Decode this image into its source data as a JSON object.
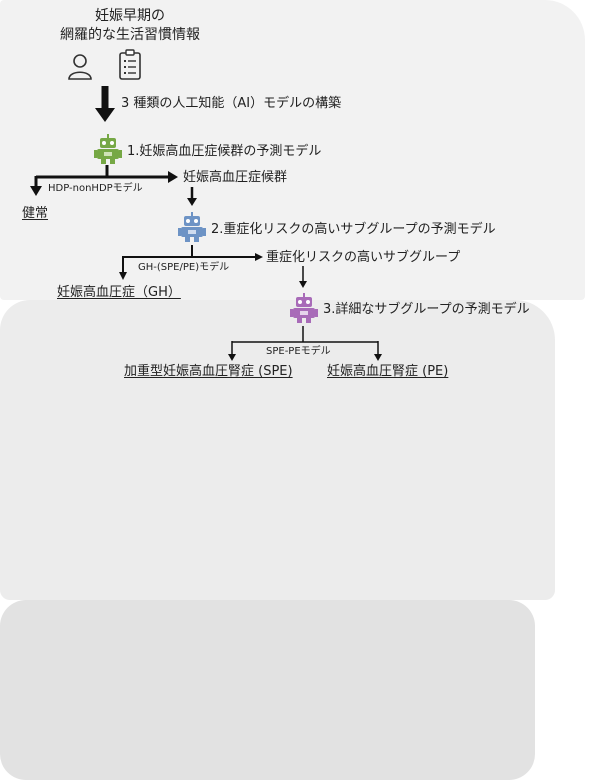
{
  "header": {
    "line1": "妊娠早期の",
    "line2": "網羅的な生活習慣情報"
  },
  "build_label": "3 種類の人工知能（AI）モデルの構築",
  "model1": {
    "title": "1.妊娠高血圧症候群の予測モデル",
    "branch_label": "HDP-nonHDPモデル"
  },
  "outcome_healthy": "健常",
  "outcome_hdp": "妊娠高血圧症候群",
  "model2": {
    "title": "2.重症化リスクの高いサブグループの予測モデル",
    "branch_label": "GH-(SPE/PE)モデル"
  },
  "outcome_gh": "妊娠高血圧症（GH）",
  "outcome_highrisk": "重症化リスクの高いサブグループ",
  "model3": {
    "title": "3.詳細なサブグループの予測モデル",
    "branch_label": "SPE-PEモデル"
  },
  "outcome_spe": "加重型妊娠高血圧腎症 (SPE)",
  "outcome_pe": "妊娠高血圧腎症 (PE)",
  "colors": {
    "robot1": "#76a845",
    "robot2": "#6d93c5",
    "robot3": "#a86bb8",
    "line": "#111111"
  },
  "icons": [
    "person-icon",
    "clipboard-icon",
    "robot-icon"
  ]
}
